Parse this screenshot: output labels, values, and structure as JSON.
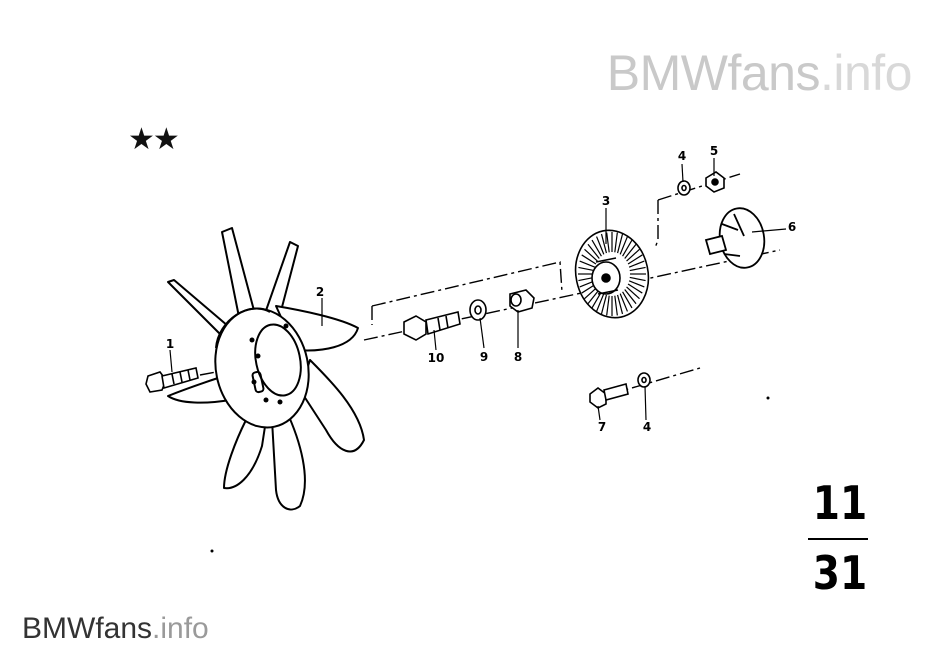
{
  "watermark_top": {
    "brand": "BMWfans",
    "suffix": ".info"
  },
  "watermark_bottom": {
    "brand": "BMWfans",
    "suffix": ".info"
  },
  "stars": "★★",
  "group_number": {
    "main": "11",
    "sub": "31"
  },
  "parts": [
    {
      "number": "1",
      "name": "bolt"
    },
    {
      "number": "2",
      "name": "fan"
    },
    {
      "number": "3",
      "name": "fan-clutch"
    },
    {
      "number": "4",
      "name": "washer"
    },
    {
      "number": "5",
      "name": "nut"
    },
    {
      "number": "6",
      "name": "hub"
    },
    {
      "number": "7",
      "name": "bolt"
    },
    {
      "number": "4",
      "name": "washer"
    },
    {
      "number": "8",
      "name": "spacer"
    },
    {
      "number": "9",
      "name": "washer"
    },
    {
      "number": "10",
      "name": "bolt"
    }
  ]
}
